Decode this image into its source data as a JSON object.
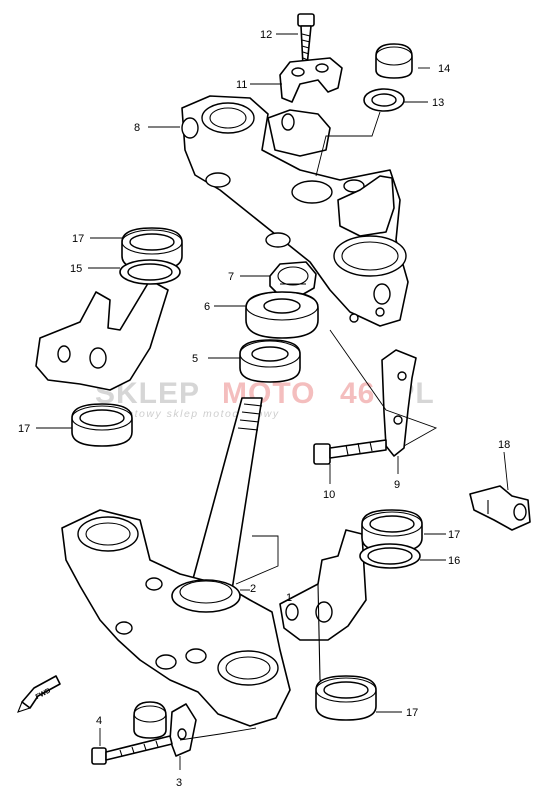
{
  "diagram": {
    "callouts": [
      {
        "id": "c1",
        "label": "1"
      },
      {
        "id": "c2",
        "label": "2"
      },
      {
        "id": "c3",
        "label": "3"
      },
      {
        "id": "c4",
        "label": "4"
      },
      {
        "id": "c5",
        "label": "5"
      },
      {
        "id": "c6",
        "label": "6"
      },
      {
        "id": "c7",
        "label": "7"
      },
      {
        "id": "c8",
        "label": "8"
      },
      {
        "id": "c9",
        "label": "9"
      },
      {
        "id": "c10",
        "label": "10"
      },
      {
        "id": "c11",
        "label": "11"
      },
      {
        "id": "c12",
        "label": "12"
      },
      {
        "id": "c13",
        "label": "13"
      },
      {
        "id": "c14",
        "label": "14"
      },
      {
        "id": "c15",
        "label": "15"
      },
      {
        "id": "c16",
        "label": "16"
      },
      {
        "id": "c17a",
        "label": "17"
      },
      {
        "id": "c17b",
        "label": "17"
      },
      {
        "id": "c17c",
        "label": "17"
      },
      {
        "id": "c17d",
        "label": "17"
      },
      {
        "id": "c18",
        "label": "18"
      }
    ],
    "fwd_label": "FWD"
  },
  "watermark": {
    "part1": "SKLEP",
    "part2": "MOTO",
    "part3": "46",
    "part4": ".PL",
    "tagline": "internetowy sklep motocyklowy",
    "color_gray": "#cfcfcf",
    "color_red": "#f2b3b3"
  }
}
